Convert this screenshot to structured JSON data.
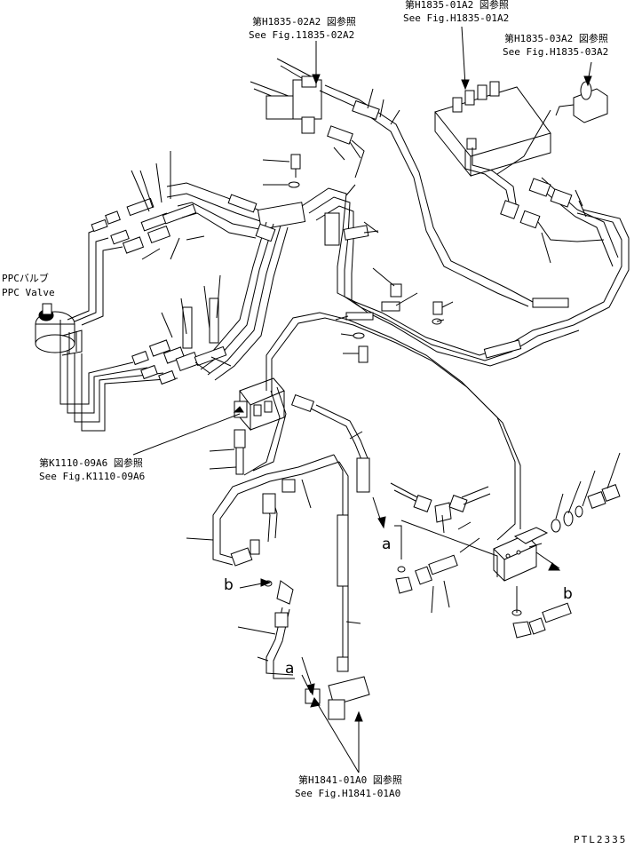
{
  "references": {
    "fig_1835_02a2": {
      "jp": "第H1835-02A2 図参照",
      "en": "See Fig.11835-02A2"
    },
    "fig_1835_01a2": {
      "jp": "第H1835-01A2 図参照",
      "en": "See Fig.H1835-01A2"
    },
    "fig_1835_03a2": {
      "jp": "第H1835-03A2 図参照",
      "en": "See Fig.H1835-03A2"
    },
    "fig_k1110_09a6": {
      "jp": "第K1110-09A6 図参照",
      "en": "See Fig.K1110-09A6"
    },
    "fig_1841_01a0": {
      "jp": "第H1841-01A0 図参照",
      "en": "See Fig.H1841-01A0"
    }
  },
  "ppc_valve": {
    "jp": "PPCバルブ",
    "en": "PPC Valve"
  },
  "connection_markers": {
    "a_left": "a",
    "a_right": "a",
    "b_left": "b",
    "b_right": "b"
  },
  "drawing_code": "PTL2335"
}
